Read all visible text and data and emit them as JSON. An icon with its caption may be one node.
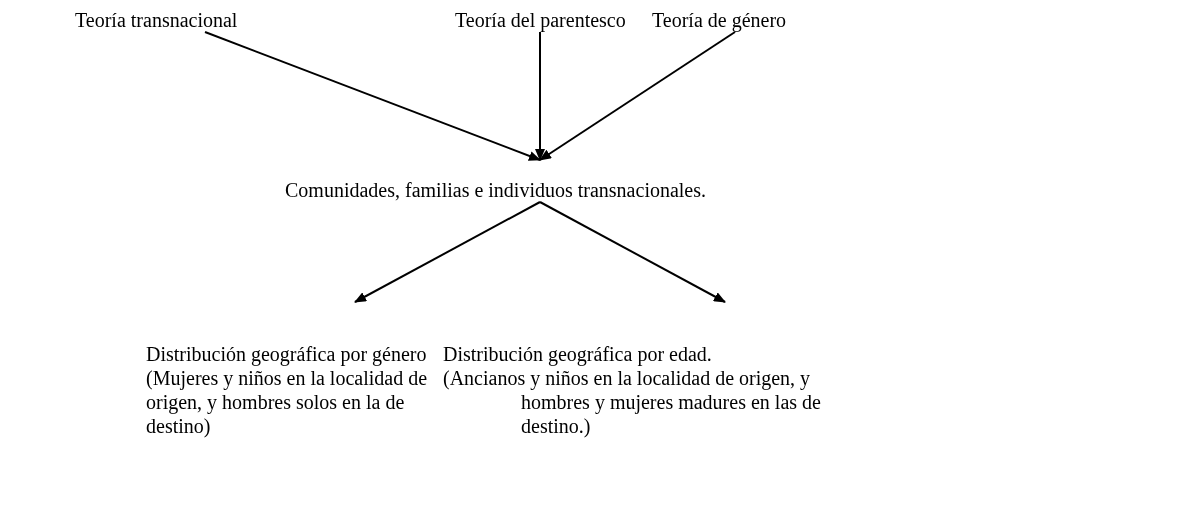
{
  "diagram": {
    "nodes": [
      {
        "text": [
          "Teoría transnacional"
        ]
      },
      {
        "text": [
          "Teoría del parentesco"
        ]
      },
      {
        "text": [
          "Teoría de género"
        ]
      },
      {
        "text": [
          "Comunidades, familias e individuos transnacionales."
        ]
      },
      {
        "text": [
          "Distribución geográfica por género",
          "(Mujeres y niños en la localidad de origen, y hombres solos en la de destino)"
        ]
      },
      {
        "text": [
          "Distribución geográfica por edad.",
          "(Ancianos y niños en la localidad de origen, y hombres y mujeres madures en las de destino.)"
        ]
      }
    ],
    "edges": [
      {
        "from": 0,
        "to": 3,
        "arrow": "to"
      },
      {
        "from": 1,
        "to": 3,
        "arrow": "to"
      },
      {
        "from": 2,
        "to": 3,
        "arrow": "to"
      },
      {
        "from": 3,
        "to": 4,
        "arrow": "to"
      },
      {
        "from": 3,
        "to": 5,
        "arrow": "to"
      }
    ]
  }
}
